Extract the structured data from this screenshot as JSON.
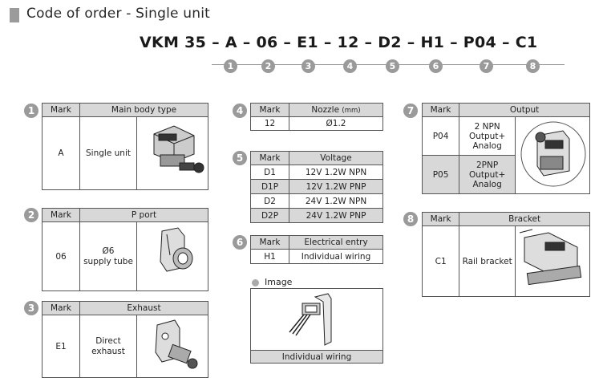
{
  "header": {
    "title": "Code of order - Single unit"
  },
  "order_code": {
    "text": "VKM 35 – A – 06 – E1 – 12 – D2 – H1 – P04 – C1",
    "markers": [
      "1",
      "2",
      "3",
      "4",
      "5",
      "6",
      "7",
      "8"
    ]
  },
  "section1": {
    "number": "1",
    "col_mark": "Mark",
    "col_name": "Main body type",
    "rows": [
      {
        "mark": "A",
        "desc": "Single unit"
      }
    ]
  },
  "section2": {
    "number": "2",
    "col_mark": "Mark",
    "col_name": "P port",
    "rows": [
      {
        "mark": "06",
        "desc_line1": "Ø6",
        "desc_line2": "supply tube"
      }
    ]
  },
  "section3": {
    "number": "3",
    "col_mark": "Mark",
    "col_name": "Exhaust",
    "rows": [
      {
        "mark": "E1",
        "desc_line1": "Direct",
        "desc_line2": "exhaust"
      }
    ]
  },
  "section4": {
    "number": "4",
    "col_mark": "Mark",
    "col_name": "Nozzle",
    "col_unit": "(mm)",
    "rows": [
      {
        "mark": "12",
        "value": "Ø1.2"
      }
    ]
  },
  "section5": {
    "number": "5",
    "col_mark": "Mark",
    "col_name": "Voltage",
    "rows": [
      {
        "mark": "D1",
        "value": "12V  1.2W  NPN"
      },
      {
        "mark": "D1P",
        "value": "12V  1.2W  PNP"
      },
      {
        "mark": "D2",
        "value": "24V  1.2W  NPN"
      },
      {
        "mark": "D2P",
        "value": "24V  1.2W PNP"
      }
    ]
  },
  "section6": {
    "number": "6",
    "col_mark": "Mark",
    "col_name": "Electrical entry",
    "rows": [
      {
        "mark": "H1",
        "value": "Individual wiring"
      }
    ]
  },
  "image_box": {
    "label": "Image",
    "caption": "Individual wiring"
  },
  "section7": {
    "number": "7",
    "col_mark": "Mark",
    "col_name": "Output",
    "rows": [
      {
        "mark": "P04",
        "line1": "2 NPN",
        "line2": "Output+",
        "line3": "Analog"
      },
      {
        "mark": "P05",
        "line1": "2PNP",
        "line2": "Output+",
        "line3": "Analog"
      }
    ]
  },
  "section8": {
    "number": "8",
    "col_mark": "Mark",
    "col_name": "Bracket",
    "rows": [
      {
        "mark": "C1",
        "desc": "Rail bracket"
      }
    ]
  }
}
